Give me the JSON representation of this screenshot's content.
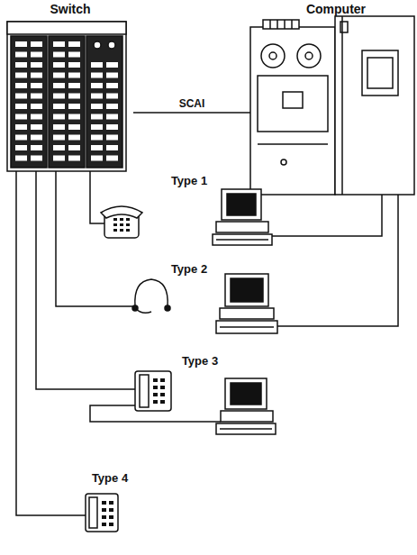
{
  "diagram": {
    "nodes": [
      {
        "text": [
          "Switch"
        ]
      },
      {
        "text": [
          "Computer"
        ]
      }
    ],
    "edges": [
      {
        "from": 0,
        "to": 1,
        "arrow": "none",
        "label": "SCAI"
      }
    ],
    "labels": [
      "Type 1",
      "Type 2",
      "Type 3",
      "Type 4"
    ]
  }
}
